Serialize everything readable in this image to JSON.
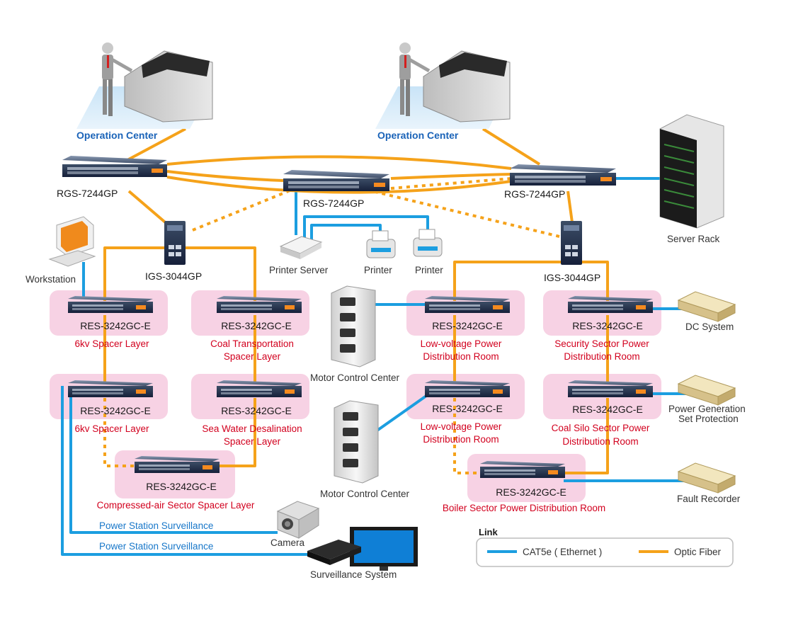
{
  "operation_centers": [
    {
      "label": "Operation Center"
    },
    {
      "label": "Operation Center"
    }
  ],
  "core_switches": [
    {
      "label": "RGS-7244GP"
    },
    {
      "label": "RGS-7244GP"
    },
    {
      "label": "RGS-7244GP"
    }
  ],
  "industrial_switches": [
    {
      "label": "IGS-3044GP"
    },
    {
      "label": "IGS-3044GP"
    }
  ],
  "peripherals": {
    "server_rack": "Server Rack",
    "workstation": "Workstation",
    "printer_server": "Printer Server",
    "printer_1": "Printer",
    "printer_2": "Printer",
    "motor_center_1": "Motor Control Center",
    "motor_center_2": "Motor Control Center",
    "dc_system": "DC System",
    "power_gen_line1": "Power Generation",
    "power_gen_line2": "Set Protection",
    "fault_recorder": "Fault Recorder",
    "camera": "Camera",
    "surveillance_system": "Surveillance System"
  },
  "surveillance_links": [
    {
      "label": "Power Station Surveillance"
    },
    {
      "label": "Power Station Surveillance"
    }
  ],
  "field_switches": [
    {
      "model": "RES-3242GC-E",
      "area_line1": "6kv Spacer Layer",
      "area_line2": ""
    },
    {
      "model": "RES-3242GC-E",
      "area_line1": "Coal Transportation",
      "area_line2": "Spacer Layer"
    },
    {
      "model": "RES-3242GC-E",
      "area_line1": "6kv Spacer Layer",
      "area_line2": ""
    },
    {
      "model": "RES-3242GC-E",
      "area_line1": "Sea Water Desalination",
      "area_line2": "Spacer Layer"
    },
    {
      "model": "RES-3242GC-E",
      "area_line1": "Compressed-air Sector Spacer Layer",
      "area_line2": ""
    },
    {
      "model": "RES-3242GC-E",
      "area_line1": "Low-voltage Power",
      "area_line2": "Distribution Room"
    },
    {
      "model": "RES-3242GC-E",
      "area_line1": "Security Sector Power",
      "area_line2": "Distribution Room"
    },
    {
      "model": "RES-3242GC-E",
      "area_line1": "Low-voltage Power",
      "area_line2": "Distribution Room"
    },
    {
      "model": "RES-3242GC-E",
      "area_line1": "Coal Silo Sector Power",
      "area_line2": "Distribution Room"
    },
    {
      "model": "RES-3242GC-E",
      "area_line1": "Boiler Sector Power Distribution Room",
      "area_line2": ""
    }
  ],
  "legend": {
    "title": "Link",
    "ethernet_label": "CAT5e ( Ethernet )",
    "fiber_label": "Optic Fiber"
  },
  "colors": {
    "optic_fiber": "#f5a21a",
    "ethernet": "#1c9ee0",
    "zone_highlight": "#f7d2e4",
    "area_text": "#d2001e",
    "operation_center_text": "#1a63b8"
  }
}
